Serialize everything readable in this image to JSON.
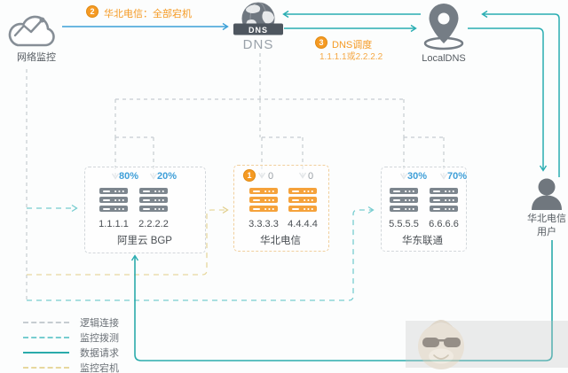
{
  "nodes": {
    "monitor": {
      "label": "网络监控"
    },
    "dns": {
      "banner": "DNS",
      "label": "DNS"
    },
    "localdns": {
      "label": "LocalDNS"
    },
    "user": {
      "label_line1": "华北电信",
      "label_line2": "用户"
    }
  },
  "steps": {
    "step1": {
      "num": "1"
    },
    "step2": {
      "num": "2",
      "text": "华北电信：全部宕机"
    },
    "step3": {
      "num": "3",
      "text": "DNS调度",
      "subtext": "1.1.1.1或2.2.2.2"
    }
  },
  "clusters": [
    {
      "name": "阿里云 BGP",
      "status": "normal",
      "servers": [
        {
          "ip": "1.1.1.1",
          "weight": "80%"
        },
        {
          "ip": "2.2.2.2",
          "weight": "20%"
        }
      ]
    },
    {
      "name": "华北电信",
      "status": "down",
      "servers": [
        {
          "ip": "3.3.3.3",
          "weight": "0"
        },
        {
          "ip": "4.4.4.4",
          "weight": "0"
        }
      ]
    },
    {
      "name": "华东联通",
      "status": "normal",
      "servers": [
        {
          "ip": "5.5.5.5",
          "weight": "30%"
        },
        {
          "ip": "6.6.6.6",
          "weight": "70%"
        }
      ]
    }
  ],
  "legend": [
    {
      "label": "逻辑连接"
    },
    {
      "label": "监控拨测"
    },
    {
      "label": "数据请求"
    },
    {
      "label": "监控宕机"
    }
  ],
  "colors": {
    "blue": "#3ba0d8",
    "teal": "#29adb2",
    "teal_dash": "#77cdd0",
    "gray_dash": "#c6ccd1",
    "yellow_dash": "#e7d89e",
    "orange": "#f59a23",
    "server_gray": "#7d868e",
    "server_orange": "#f5a23b"
  }
}
